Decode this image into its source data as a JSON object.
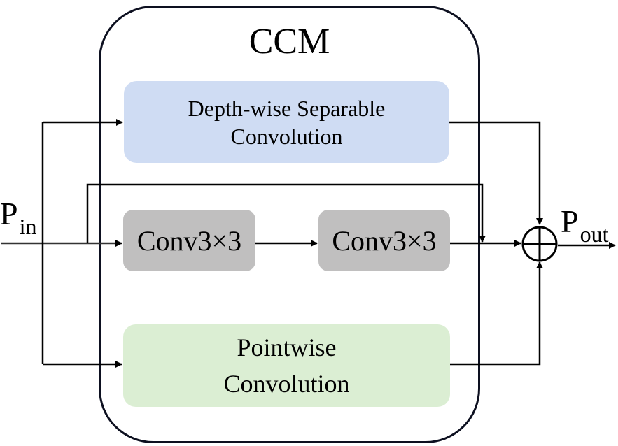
{
  "diagram": {
    "title": "CCM",
    "input_label": {
      "main": "P",
      "sub": "in"
    },
    "output_label": {
      "main": "P",
      "sub": "out"
    },
    "blocks": [
      {
        "id": "dwsc",
        "lines": [
          "Depth-wise Separable",
          "Convolution"
        ],
        "color": "#cfdcf3"
      },
      {
        "id": "conv1",
        "text": "Conv3×3",
        "color": "#c0bfbf"
      },
      {
        "id": "conv2",
        "text": "Conv3×3",
        "color": "#c0bfbf"
      },
      {
        "id": "pw",
        "lines": [
          "Pointwise",
          "Convolution"
        ],
        "color": "#dbeed3"
      }
    ],
    "operator": {
      "name": "element-wise-sum",
      "symbol": "⊕"
    },
    "edges": [
      [
        "P_in",
        "dwsc"
      ],
      [
        "P_in",
        "conv1"
      ],
      [
        "P_in",
        "pw"
      ],
      [
        "conv1",
        "conv2"
      ],
      [
        "P_in",
        "sum (skip)"
      ],
      [
        "conv2",
        "sum"
      ],
      [
        "dwsc",
        "sum"
      ],
      [
        "pw",
        "sum"
      ],
      [
        "sum",
        "P_out"
      ]
    ]
  }
}
